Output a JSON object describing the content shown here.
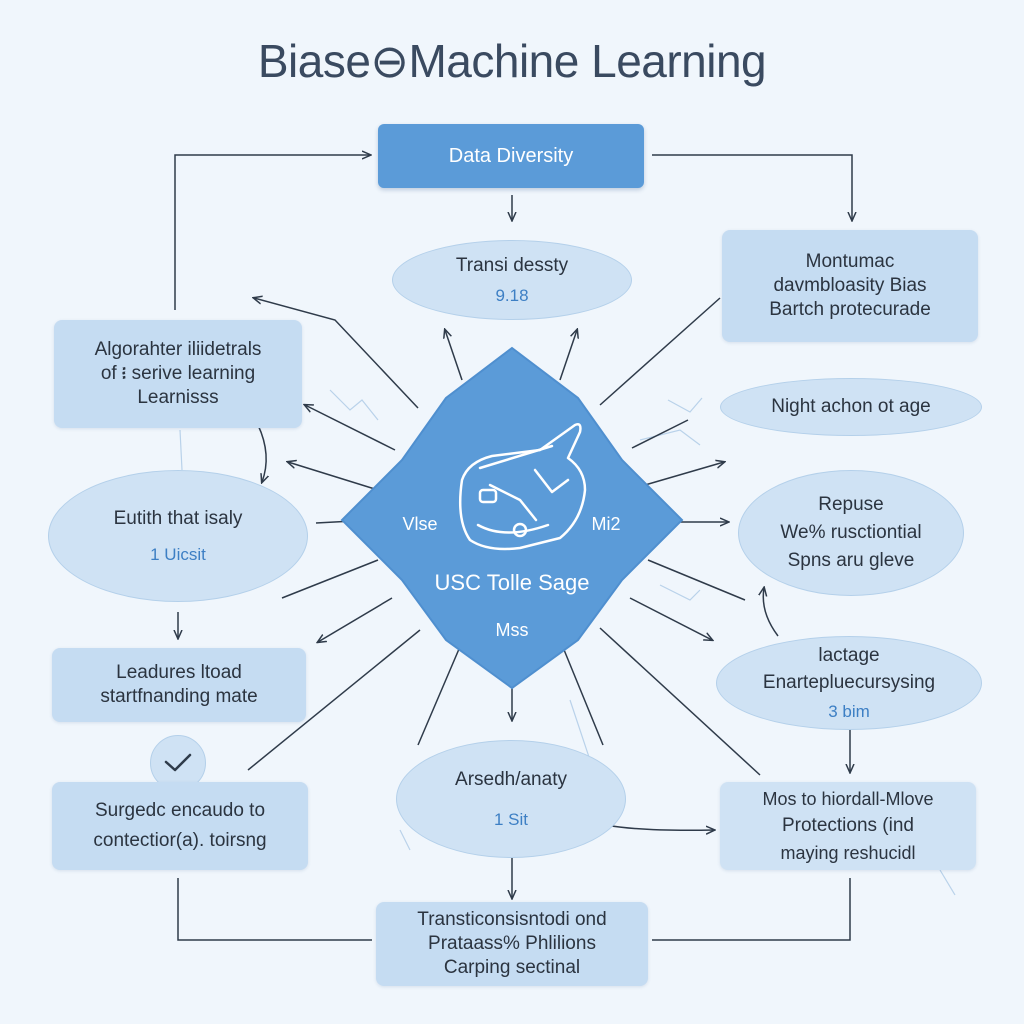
{
  "title": "Biase⊖Machine Learning",
  "nodes": {
    "data_diversity": "Data Diversity",
    "transi": {
      "l1": "Transi dessty",
      "sub": "9.18"
    },
    "montumac": {
      "l1": "Montumac",
      "l2": "davmbloasity Bias",
      "l3": "Bartch protecurade"
    },
    "algorahter": {
      "l1": "Algorahter iliidetrals",
      "l2": "of ᎒ serive learning",
      "l3": "Learnisss"
    },
    "night": "Night achon ot age",
    "eutith": {
      "l1": "Eutith that isaly",
      "sub": "1 Uicsit"
    },
    "repuse": {
      "l1": "Repuse",
      "l2": "We% rusctiontial",
      "l3": "Spns aru gleve"
    },
    "leadures": {
      "l1": "Leadures ltoad",
      "l2": "startfnanding mate"
    },
    "lactage": {
      "l1": "lactage",
      "l2": "Enartepluecursysing",
      "sub": "3 bim"
    },
    "arsedh": {
      "l1": "Arsedh/anaty",
      "sub": "1 Sit"
    },
    "surgedc": {
      "l1": "Surgedc encaudo to",
      "l2": "contectior(a). toirsng"
    },
    "mos": {
      "l1": "Mos to hiordall-Mlove",
      "l2": "Protections (ind",
      "l3": "maying reshucidl"
    },
    "transticons": {
      "l1": "Transticonsisntodi ond",
      "l2": "Prataass% Phlilions",
      "l3": "Carping sectinal"
    }
  },
  "center": {
    "left": "Vlse",
    "right": "Mi2",
    "main": "USC Tolle Sage",
    "bottom": "Mss"
  },
  "icons": {
    "center": "handheld-device-icon",
    "check": "checkmark-icon"
  },
  "colors": {
    "accent": "#5b9bd8",
    "panel": "#c5dcf2",
    "oval": "#cfe2f4",
    "lines": "#2f3b4a",
    "background": "#f0f6fc"
  }
}
